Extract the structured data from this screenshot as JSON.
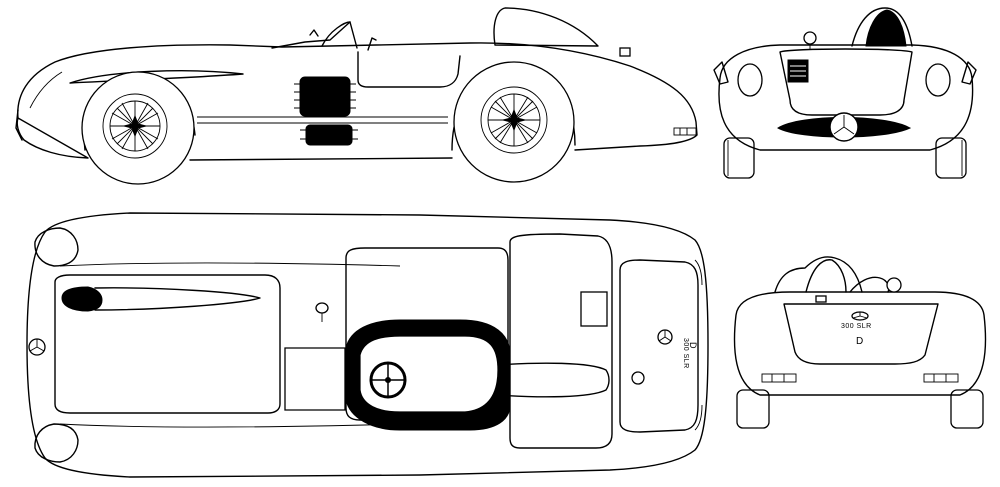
{
  "diagram": {
    "colors": {
      "line": "#000000",
      "paper": "#ffffff"
    },
    "views": [
      {
        "id": "side-view"
      },
      {
        "id": "front-view"
      },
      {
        "id": "top-view"
      },
      {
        "id": "rear-view"
      }
    ],
    "markings": {
      "top_model": "300 SLR",
      "rear_model": "300 SLR",
      "top_race_number": "D",
      "rear_race_number": "D"
    },
    "icons": [
      "mercedes-star-icon",
      "steering-wheel-icon",
      "wire-wheel-icon",
      "mirror-icon",
      "fuel-cap-icon"
    ]
  }
}
